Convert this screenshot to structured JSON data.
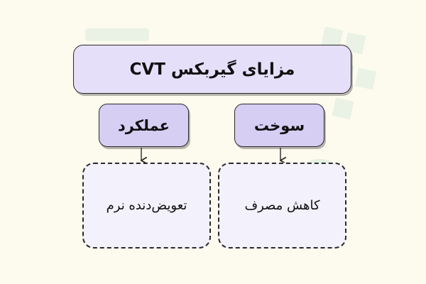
{
  "diagram": {
    "root": {
      "label": "مزایای گیربکس CVT"
    },
    "branches": [
      {
        "label": "عملکرد",
        "child": "تعویض‌دنده نرم"
      },
      {
        "label": "سوخت",
        "child": "کاهش مصرف"
      }
    ]
  },
  "colors": {
    "background": "#fdfaee",
    "root_fill": "#e6dff9",
    "category_fill": "#d6cef3",
    "leaf_fill": "#f3f1fc",
    "stroke": "#2a2a2a",
    "watermark": "#e8f1e4"
  }
}
